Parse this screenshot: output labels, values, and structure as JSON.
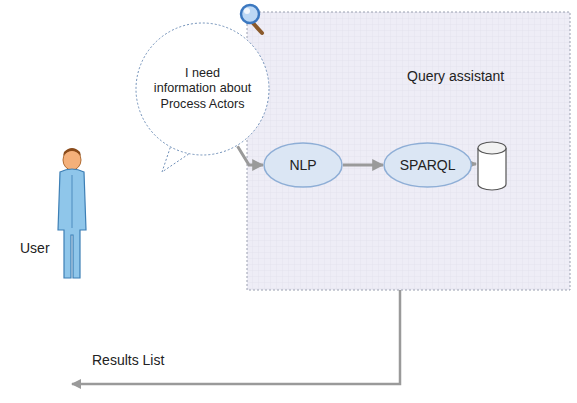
{
  "diagram": {
    "nodes": [
      {
        "text": [
          "I need information about Process Actors"
        ]
      },
      {
        "text": [
          "Query assistant"
        ]
      },
      {
        "text": [
          "NLP"
        ],
        "in": 1
      },
      {
        "text": [
          "SPARQL"
        ],
        "in": 1
      }
    ],
    "edges": [
      {
        "from": 0,
        "to": 2,
        "arrow": "to"
      },
      {
        "from": 2,
        "to": 3,
        "arrow": "to"
      }
    ],
    "labels": [
      "User",
      "Results List"
    ]
  }
}
